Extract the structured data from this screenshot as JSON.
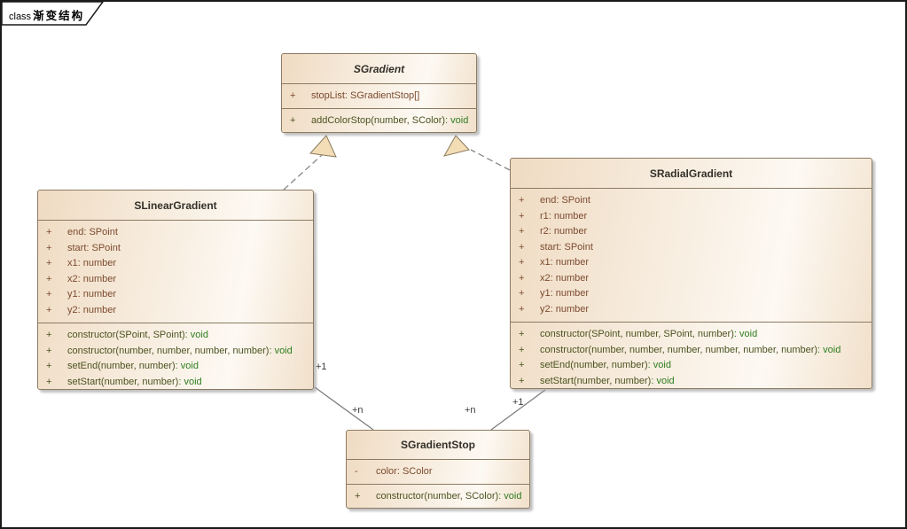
{
  "frame": {
    "keyword": "class",
    "title": "渐变结构"
  },
  "colors": {
    "box_fill_dark": "#efdbc2",
    "box_fill_light": "#fdf9f3",
    "box_border": "#8c7b63",
    "attribute_text": "#7c4a2f",
    "operation_text": "#4b5320",
    "return_type_text": "#2e7d1e",
    "connector_line": "#878787",
    "arrow_fill": "#f3ddb6"
  },
  "classes": {
    "sgradient": {
      "name": "SGradient",
      "abstract": true,
      "attributes": [
        {
          "vis": "+",
          "text": "stopList: SGradientStop[]"
        }
      ],
      "operations": [
        {
          "vis": "+",
          "sig": "addColorStop(number, SColor)",
          "ret": ": void"
        }
      ]
    },
    "slinear": {
      "name": "SLinearGradient",
      "abstract": false,
      "attributes": [
        {
          "vis": "+",
          "text": "end: SPoint"
        },
        {
          "vis": "+",
          "text": "start: SPoint"
        },
        {
          "vis": "+",
          "text": "x1: number"
        },
        {
          "vis": "+",
          "text": "x2: number"
        },
        {
          "vis": "+",
          "text": "y1: number"
        },
        {
          "vis": "+",
          "text": "y2: number"
        }
      ],
      "operations": [
        {
          "vis": "+",
          "sig": "constructor(SPoint, SPoint)",
          "ret": ": void"
        },
        {
          "vis": "+",
          "sig": "constructor(number, number, number, number)",
          "ret": ": void"
        },
        {
          "vis": "+",
          "sig": "setEnd(number, number)",
          "ret": ": void"
        },
        {
          "vis": "+",
          "sig": "setStart(number, number)",
          "ret": ": void"
        }
      ]
    },
    "sradial": {
      "name": "SRadialGradient",
      "abstract": false,
      "attributes": [
        {
          "vis": "+",
          "text": "end: SPoint"
        },
        {
          "vis": "+",
          "text": "r1: number"
        },
        {
          "vis": "+",
          "text": "r2: number"
        },
        {
          "vis": "+",
          "text": "start: SPoint"
        },
        {
          "vis": "+",
          "text": "x1: number"
        },
        {
          "vis": "+",
          "text": "x2: number"
        },
        {
          "vis": "+",
          "text": "y1: number"
        },
        {
          "vis": "+",
          "text": "y2: number"
        }
      ],
      "operations": [
        {
          "vis": "+",
          "sig": "constructor(SPoint, number, SPoint, number)",
          "ret": ": void"
        },
        {
          "vis": "+",
          "sig": "constructor(number, number, number, number, number, number)",
          "ret": ": void"
        },
        {
          "vis": "+",
          "sig": "setEnd(number, number)",
          "ret": ": void"
        },
        {
          "vis": "+",
          "sig": "setStart(number, number)",
          "ret": ": void"
        }
      ]
    },
    "sstop": {
      "name": "SGradientStop",
      "abstract": false,
      "attributes": [
        {
          "vis": "-",
          "text": "color: SColor"
        }
      ],
      "operations": [
        {
          "vis": "+",
          "sig": "constructor(number, SColor)",
          "ret": ": void"
        }
      ]
    }
  },
  "connectors": {
    "realization_left": {
      "type": "realization",
      "from": "SLinearGradient",
      "to": "SGradient"
    },
    "realization_right": {
      "type": "realization",
      "from": "SRadialGradient",
      "to": "SGradient"
    },
    "association_left": {
      "type": "association",
      "from": "SLinearGradient",
      "to": "SGradientStop",
      "source_mult": "+1",
      "target_mult": "+n"
    },
    "association_right": {
      "type": "association",
      "from": "SRadialGradient",
      "to": "SGradientStop",
      "source_mult": "+1",
      "target_mult": "+n"
    }
  }
}
